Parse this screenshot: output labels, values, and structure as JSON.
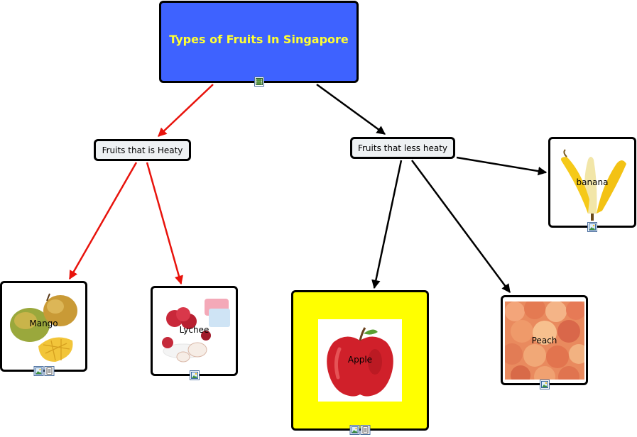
{
  "title": "Types of Fruits In Singapore",
  "categories": {
    "heaty": "Fruits that is Heaty",
    "less_heaty": "Fruits that less heaty"
  },
  "fruits": {
    "mango": "Mango",
    "lychee": "Lychee",
    "apple": "Apple",
    "peach": "Peach",
    "banana": "banana"
  },
  "colors": {
    "title_bg": "#3e62ff",
    "title_text": "#ffff33",
    "heaty_links": "#e8130c",
    "less_heaty_links": "#000000",
    "apple_bg": "#ffff00"
  },
  "icons": [
    "video-icon",
    "image-icon",
    "document-icon",
    "mango-image",
    "lychee-image",
    "apple-image",
    "peach-image",
    "banana-image"
  ]
}
